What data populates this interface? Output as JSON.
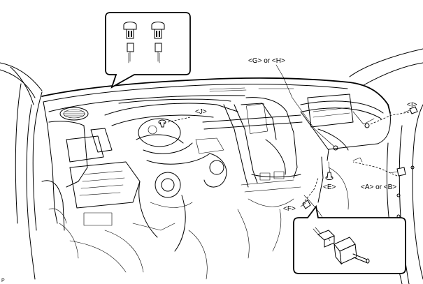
{
  "labels": {
    "j": "<J>",
    "g_or_h": "<G> or <H>",
    "i": "<I>",
    "e": "<E>",
    "a_or_b": "<A> or <B>",
    "f": "<F>",
    "corner": "P"
  }
}
